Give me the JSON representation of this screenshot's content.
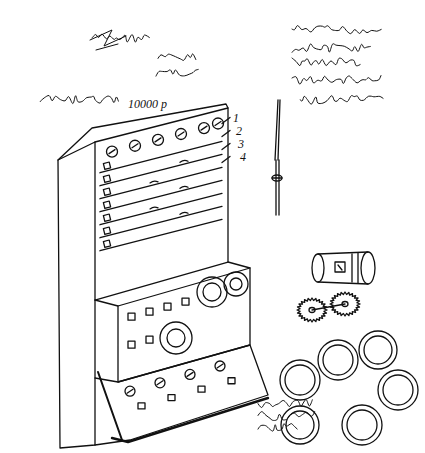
{
  "diagram": {
    "labels": [
      "10000 p",
      "1",
      "2",
      "3",
      "4"
    ]
  }
}
